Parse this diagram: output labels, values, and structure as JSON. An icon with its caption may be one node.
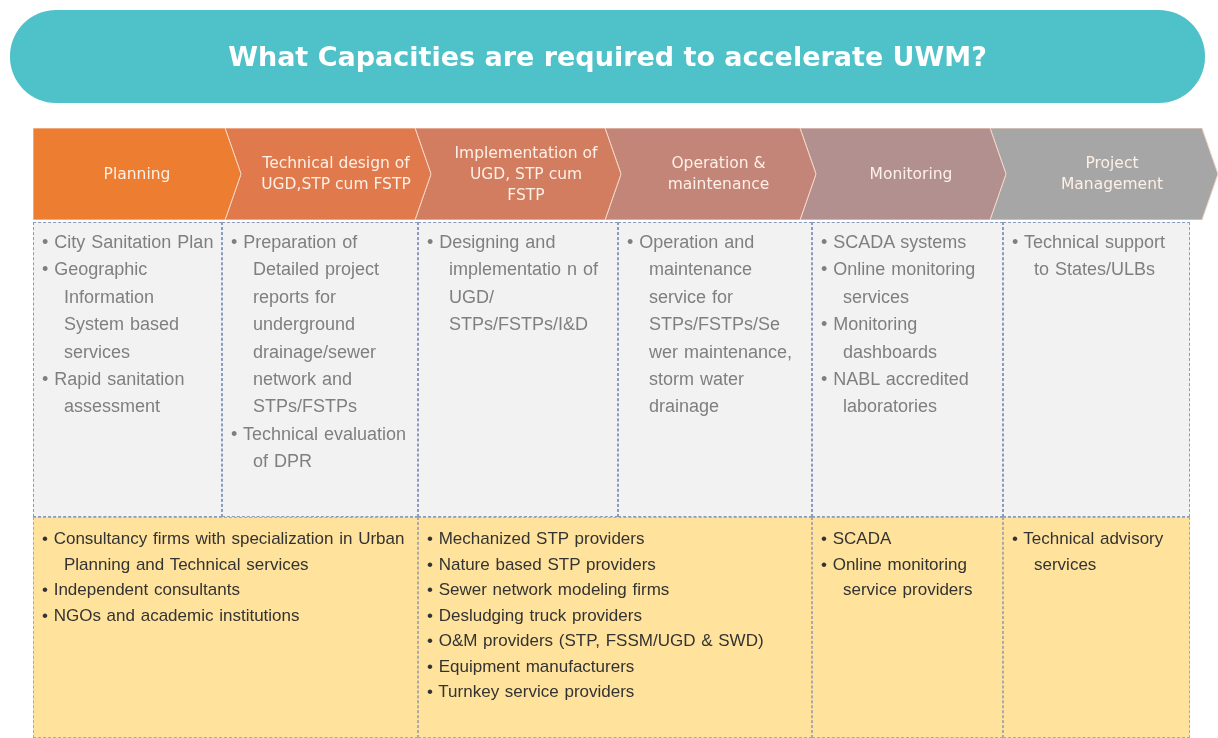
{
  "diagram": {
    "title": "What Capacities are required to accelerate UWM?",
    "nodes": [
      {
        "text": [
          "Planning"
        ]
      },
      {
        "text": [
          "Technical design of UGD,STP cum FSTP"
        ]
      },
      {
        "text": [
          "Implementation of UGD, STP cum FSTP"
        ]
      },
      {
        "text": [
          "Operation & maintenance"
        ]
      },
      {
        "text": [
          "Monitoring"
        ]
      },
      {
        "text": [
          "Project Management"
        ]
      },
      {
        "text": [
          "• City Sanitation Plan",
          "• Geographic Information System based services",
          "• Rapid sanitation assessment"
        ]
      },
      {
        "text": [
          "• Preparation of Detailed project reports for underground drainage/sewer network and STPs/FSTPs",
          "• Technical evaluation of DPR"
        ]
      },
      {
        "text": [
          "• Designing and implementatio n of UGD/ STPs/FSTPs/I&D"
        ]
      },
      {
        "text": [
          "• Operation and maintenance service for STPs/FSTPs/Se wer maintenance, storm water drainage"
        ]
      },
      {
        "text": [
          "• SCADA systems",
          "• Online monitoring services",
          "• Monitoring dashboards",
          "• NABL accredited laboratories"
        ]
      },
      {
        "text": [
          "• Technical support to States/ULBs"
        ]
      },
      {
        "text": [
          "• Consultancy firms with specialization in Urban Planning and Technical services",
          "• Independent consultants",
          "• NGOs and academic institutions"
        ]
      },
      {
        "text": [
          "• Mechanized STP providers",
          "• Nature based STP providers",
          "• Sewer network modeling firms",
          "• Desludging truck providers",
          "• O&M providers (STP, FSSM/UGD & SWD)",
          "• Equipment manufacturers",
          "• Turnkey service providers"
        ]
      },
      {
        "text": [
          "• SCADA",
          "• Online monitoring service providers"
        ]
      },
      {
        "text": [
          "• Technical advisory services"
        ]
      }
    ]
  }
}
